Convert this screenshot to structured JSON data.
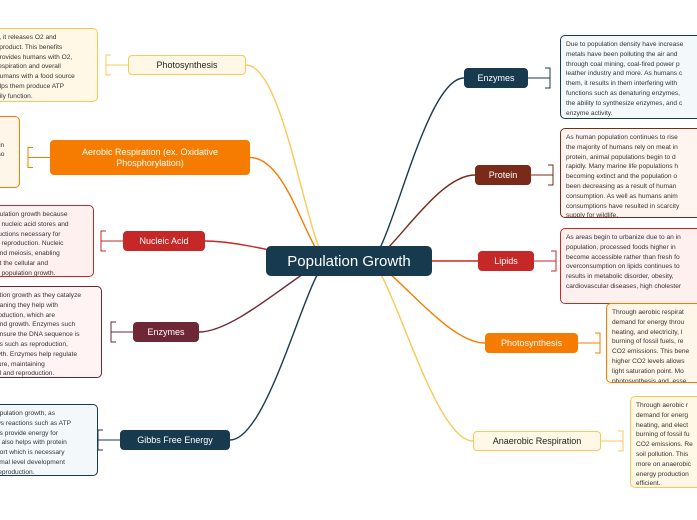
{
  "center": {
    "label": "Population Growth"
  },
  "colors": {
    "center": "#173a4f",
    "yellow": "#f8c957",
    "orange": "#f57c00",
    "red": "#c62828",
    "maroon": "#6e2734",
    "navy": "#173a4f",
    "brown": "#7a2a18"
  },
  "left_topics": [
    {
      "label": "Photosynthesis",
      "style": "yellow",
      "note": [
        "s, it releases O2 and",
        "yproduct. This benefits",
        "provides humans with O2,",
        "respiration and overall",
        "humans with a food source",
        "elps them produce ATP",
        "dily function."
      ]
    },
    {
      "label": "Aerobic Respiration (ex. Oxidative Phosphorylation)",
      "style": "orange",
      "note": [
        "h",
        "",
        "' in",
        "lso"
      ]
    },
    {
      "label": "Nucleic Acid",
      "style": "red",
      "note": [
        "pulation growth because",
        "n nucleic acid stores and",
        "ructions necessary for",
        "d reproduction. Nucleic",
        "and meiosis, enabling",
        "at the cellular and",
        "g population growth."
      ]
    },
    {
      "label": "Enzymes",
      "style": "maroon",
      "note": [
        "ation growth as they catalyze",
        "eaning they help with",
        "roduction, which are",
        "and growth. Enzymes such",
        "ensure the DNA sequence is",
        "es such as reproduction,",
        "wth. Enzymes help regulate",
        "ture, maintaining",
        "al and reproduction."
      ]
    },
    {
      "label": "Gibbs Free Energy",
      "style": "navy",
      "note": [
        "opulation growth, as",
        "ws reactions such as ATP",
        "as provide energy for",
        "It also helps with protein",
        "port which is necessary",
        "smal level development",
        "reproduction."
      ]
    }
  ],
  "right_topics": [
    {
      "label": "Enzymes",
      "style": "navy",
      "note": [
        "Due to population density have increase",
        "metals have been polluting the air and",
        "through coal mining, coal-fired power p",
        "leather industry and more. As humans c",
        "them, it results in them interfering with",
        "functions such as denaturing enzymes,",
        "the ability to synthesize enzymes, and c",
        "enzyme activity."
      ]
    },
    {
      "label": "Protein",
      "style": "brown",
      "note": [
        "As human population continues to rise",
        "the majority of humans rely on meat in",
        "protein, animal populations begin to d",
        "rapidly. Many marine life populations h",
        "becoming extinct and the population o",
        "been decreasing as a result of human",
        "consumption. As well as humans anim",
        "consumptions have resulted in scarcity",
        "supply for wildlife."
      ]
    },
    {
      "label": "Lipids",
      "style": "red",
      "note": [
        "As areas begin to urbanize due to an in",
        "population, processed foods higher in",
        "become accessible rather than fresh fo",
        "overconsumption on lipids continues to",
        "results in metabolic disorder, obesity,",
        "cardiovascular diseases, high cholester"
      ]
    },
    {
      "label": "Photosynthesis",
      "style": "orange",
      "note": [
        "Through aerobic respirat",
        "demand for energy throu",
        "heating, and electricity, l",
        "burning of fossil fuels, re",
        "CO2 emissions. This bene",
        "higher CO2 levels allows",
        "light saturation point. Mo",
        "photosynthesis and, esse"
      ]
    },
    {
      "label": "Anaerobic Respiration",
      "style": "yellow",
      "note": [
        "Through aerobic r",
        "demand for energ",
        "heating, and elect",
        "burning of fossil fu",
        "CO2 emissions. Re",
        "soil pollution. This",
        "more on anaerobic",
        "energy production",
        "efficient."
      ]
    }
  ]
}
